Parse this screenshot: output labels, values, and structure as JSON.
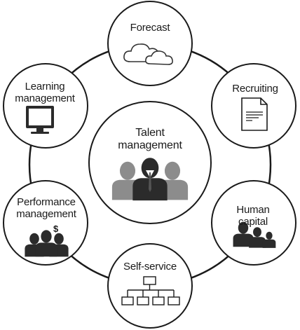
{
  "diagram": {
    "center": {
      "title": "Talent\nmanagement",
      "icon": "three-people-icon"
    },
    "nodes": [
      {
        "id": "forecast",
        "label": "Forecast",
        "icon": "cloud-icon"
      },
      {
        "id": "recruiting",
        "label": "Recruiting",
        "icon": "document-icon"
      },
      {
        "id": "human-capital",
        "label": "Human capital",
        "icon": "people-group-icon"
      },
      {
        "id": "self-service",
        "label": "Self-service",
        "icon": "org-chart-icon"
      },
      {
        "id": "performance",
        "label": "Performance\nmanagement",
        "icon": "people-dollar-icon"
      },
      {
        "id": "learning",
        "label": "Learning\nmanagement",
        "icon": "monitor-icon"
      }
    ],
    "dollar_sign": "$",
    "colors": {
      "stroke": "#1a1a1a",
      "fill": "#ffffff",
      "person_dark": "#2b2b2b",
      "person_light": "#8c8c8c"
    }
  }
}
